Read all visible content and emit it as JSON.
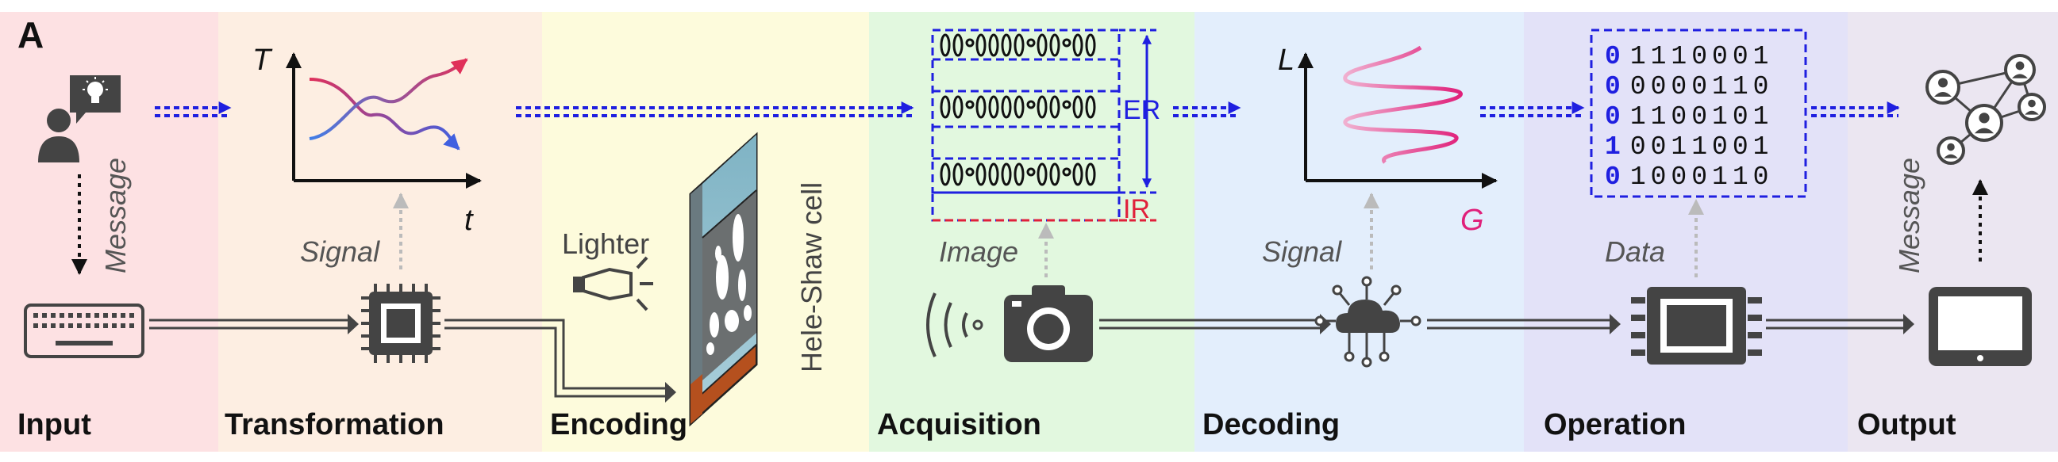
{
  "panel_letter": "A",
  "stages": [
    {
      "label": "Input",
      "color": "#fde1e3"
    },
    {
      "label": "Transformation",
      "color": "#fdeee2"
    },
    {
      "label": "Encoding",
      "color": "#fdfbdc"
    },
    {
      "label": "Acquisition",
      "color": "#e2f8df"
    },
    {
      "label": "Decoding",
      "color": "#e3eefc"
    },
    {
      "label": "Operation",
      "color": "#e3e2f8"
    },
    {
      "label": "Output",
      "color": "#ebe6f1"
    }
  ],
  "labels": {
    "message_input": "Message",
    "signal_transform": "Signal",
    "axis_T": "T",
    "axis_t": "t",
    "lighter": "Lighter",
    "hele_shaw": "Hele-Shaw cell",
    "image": "Image",
    "er": "ER",
    "ir": "IR",
    "axis_L": "L",
    "axis_G": "G",
    "signal_decode": "Signal",
    "data": "Data",
    "message_output": "Message"
  },
  "bit_rows": [
    {
      "first": "0",
      "rest": "1110001"
    },
    {
      "first": "0",
      "rest": "0000110"
    },
    {
      "first": "0",
      "rest": "1100101"
    },
    {
      "first": "1",
      "rest": "0011001"
    },
    {
      "first": "0",
      "rest": "1000110"
    }
  ],
  "colors": {
    "dashed_arrow": "#1f1fe0",
    "er_label": "#1f1fe0",
    "ir_label": "#e0203a",
    "g_label": "#e0207a",
    "first_bit": "#1f1fe0",
    "icon": "#444444",
    "curve_red": "#e0305a",
    "curve_blue": "#4060e0",
    "curve_pink": "#e0509a",
    "copper": "#b5501e"
  },
  "icons": [
    "user-lightbulb-icon",
    "keyboard-icon",
    "chip-icon",
    "flashlight-icon",
    "hele-shaw-cell-icon",
    "sound-waves-icon",
    "camera-icon",
    "cloud-network-icon",
    "processor-icon",
    "tablet-icon",
    "network-people-icon"
  ]
}
